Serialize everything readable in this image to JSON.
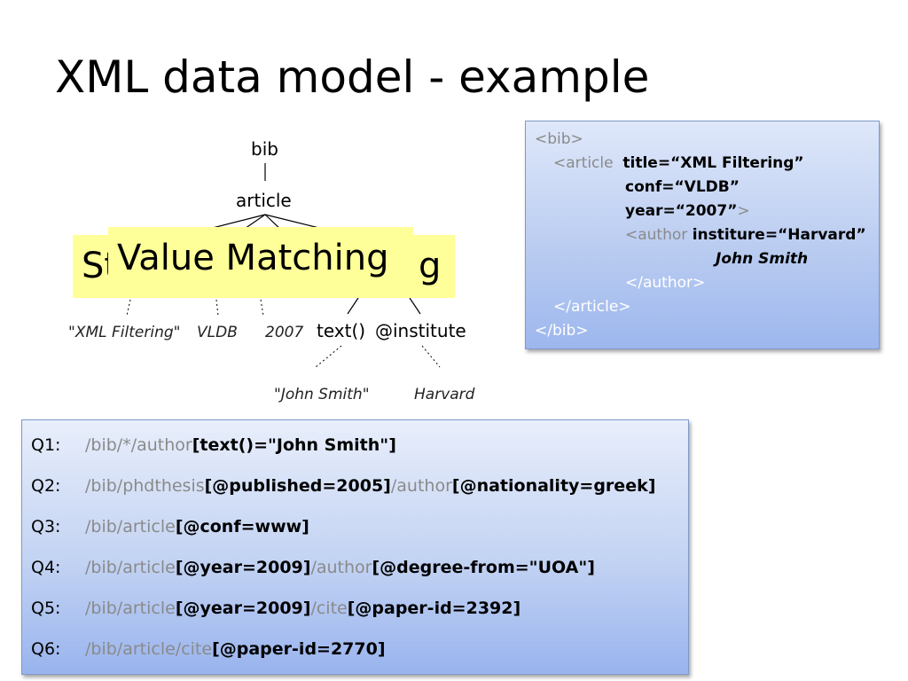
{
  "slide": {
    "title": "XML data model - example"
  },
  "tree": {
    "bib": "bib",
    "article": "article",
    "text_node": "text()",
    "institute_node": "@institute",
    "values": {
      "title": "\"XML Filtering\"",
      "conf": "VLDB",
      "year": "2007",
      "author_name": "\"John Smith\"",
      "institute": "Harvard"
    }
  },
  "overlays": {
    "back_partial_prefix": "St",
    "back_partial_suffix": "g",
    "front": "Value Matching"
  },
  "xml_code": {
    "line1": "<bib>",
    "line2_tag": "<article",
    "line2_attr": "title=“XML Filtering”",
    "line3": "conf=“VLDB”",
    "line4_attr": "year=“2007”",
    "line4_close": ">",
    "line5_tag": "<author",
    "line5_attr": "institure=“Harvard”",
    "line6": "John Smith",
    "line7": "</author>",
    "line8": "</article>",
    "line9": "</bib>"
  },
  "queries": [
    {
      "label": "Q1:",
      "parts": [
        {
          "t": "/bib/*/author",
          "k": "path"
        },
        {
          "t": "[text()=\"John Smith\"]",
          "k": "pred"
        }
      ]
    },
    {
      "label": "Q2:",
      "parts": [
        {
          "t": "/bib/phdthesis",
          "k": "path"
        },
        {
          "t": "[@published=2005]",
          "k": "pred"
        },
        {
          "t": "/author",
          "k": "path"
        },
        {
          "t": "[@nationality=greek]",
          "k": "pred"
        }
      ]
    },
    {
      "label": "Q3:",
      "parts": [
        {
          "t": "/bib/article",
          "k": "path"
        },
        {
          "t": "[@conf=www]",
          "k": "pred"
        }
      ]
    },
    {
      "label": "Q4:",
      "parts": [
        {
          "t": "/bib/article",
          "k": "path"
        },
        {
          "t": "[@year=2009]",
          "k": "pred"
        },
        {
          "t": "/author",
          "k": "path"
        },
        {
          "t": "[@degree-from=\"UOA\"]",
          "k": "pred"
        }
      ]
    },
    {
      "label": "Q5:",
      "parts": [
        {
          "t": "/bib/article",
          "k": "path"
        },
        {
          "t": "[@year=2009]",
          "k": "pred"
        },
        {
          "t": "/cite",
          "k": "path"
        },
        {
          "t": "[@paper-id=2392]",
          "k": "pred"
        }
      ]
    },
    {
      "label": "Q6:",
      "parts": [
        {
          "t": "/bib/article/cite",
          "k": "path"
        },
        {
          "t": "[@paper-id=2770]",
          "k": "pred"
        }
      ]
    }
  ]
}
